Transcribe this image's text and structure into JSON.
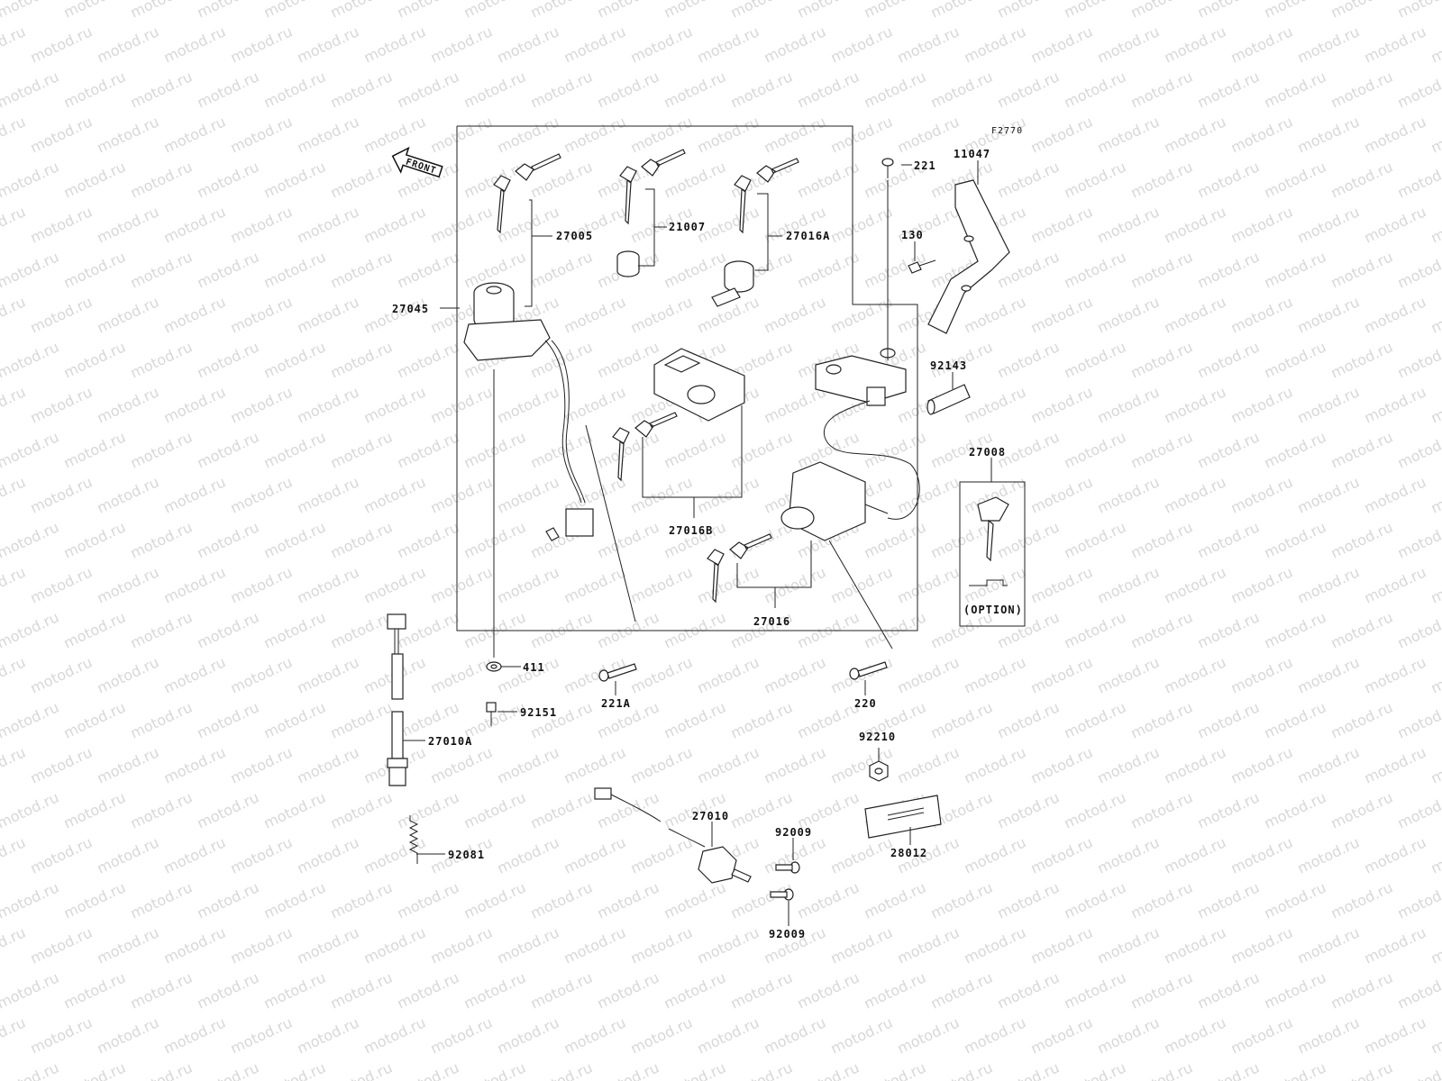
{
  "watermark": "motod.ru",
  "figure_code": "F2770",
  "front_label": "FRONT",
  "option_label": "(OPTION)",
  "parts": {
    "p27005": "27005",
    "p21007": "21007",
    "p27016A": "27016A",
    "p27045": "27045",
    "p27016B": "27016B",
    "p27016": "27016",
    "p221": "221",
    "p11047": "11047",
    "p130": "130",
    "p92143": "92143",
    "p27008": "27008",
    "p411": "411",
    "p221A": "221A",
    "p220": "220",
    "p92151": "92151",
    "p27010A": "27010A",
    "p92081": "92081",
    "p27010": "27010",
    "p92009a": "92009",
    "p92009b": "92009",
    "p92210": "92210",
    "p28012": "28012"
  }
}
